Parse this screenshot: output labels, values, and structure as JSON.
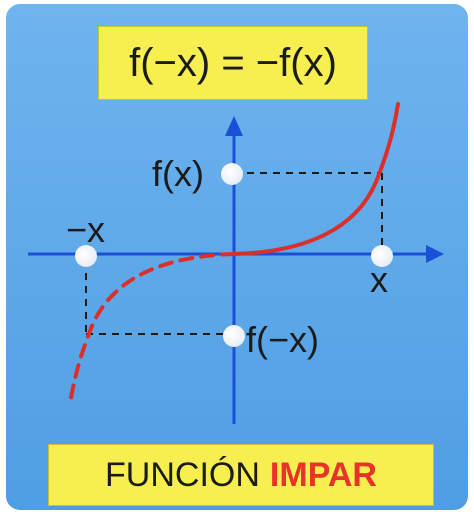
{
  "title": {
    "formula_lhs": "f(−x) = −f(x)"
  },
  "labels": {
    "fx": "f(x)",
    "fnegx": "f(−x)",
    "negx": "−x",
    "x": "x"
  },
  "footer": {
    "word1": "FUNCIÓN",
    "word2": "IMPAR"
  },
  "colors": {
    "background": "#5aa8e8",
    "box": "#f7ef4f",
    "curve": "#d9302b",
    "axis": "#1a4fd8",
    "accent": "#e8332a"
  }
}
